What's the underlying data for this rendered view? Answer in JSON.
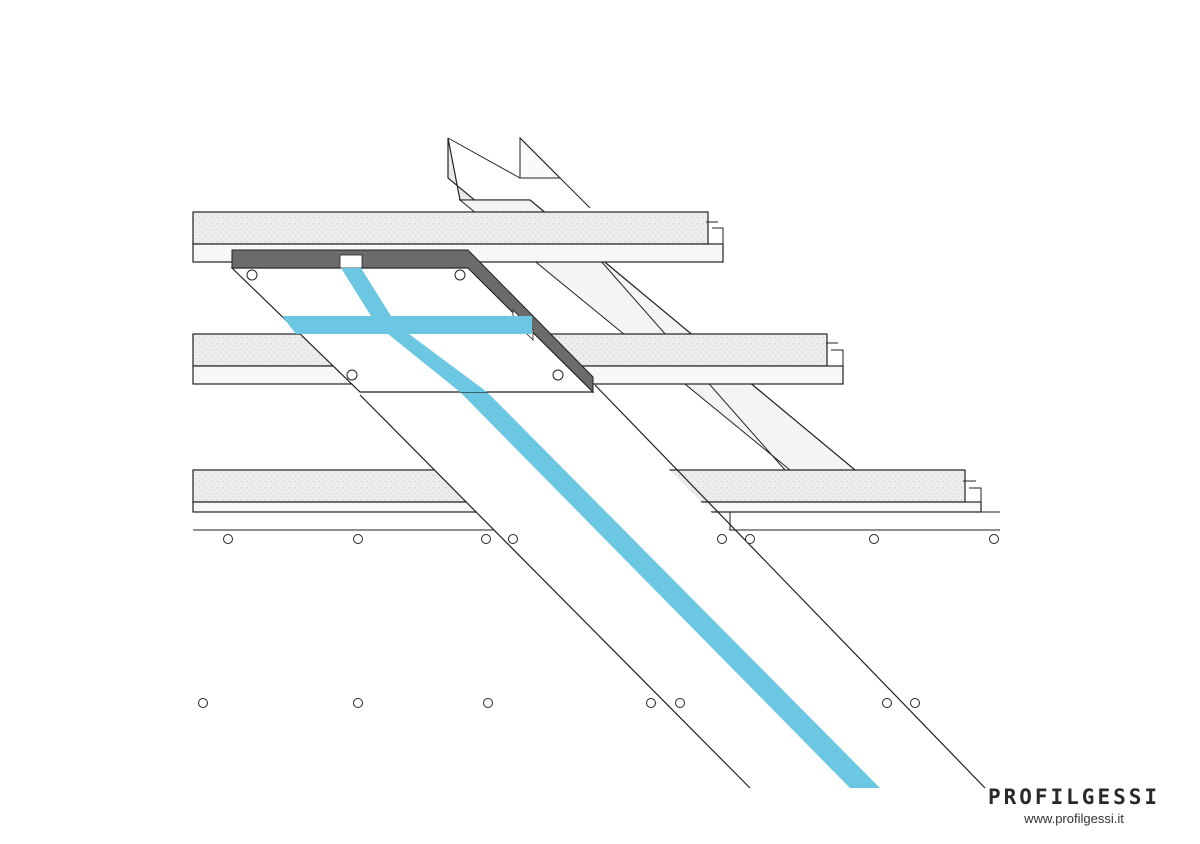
{
  "brand": {
    "name": "PROFILGESSI",
    "url": "www.profilgessi.it"
  },
  "colors": {
    "background": "#ffffff",
    "line": "#222222",
    "profile_fill": "#ececec",
    "profile_lip": "#f7f7f7",
    "frame_border": "#6b6b6b",
    "accent_strip": "#6cc7e3",
    "text": "#2a2a2a"
  },
  "diagram": {
    "elements": [
      "primary-channel-profile",
      "secondary-profile-top",
      "secondary-profile-middle",
      "secondary-profile-bottom",
      "access-frame-panel",
      "plasterboard-ceiling-strip",
      "accent-strip",
      "screw-holes"
    ]
  }
}
